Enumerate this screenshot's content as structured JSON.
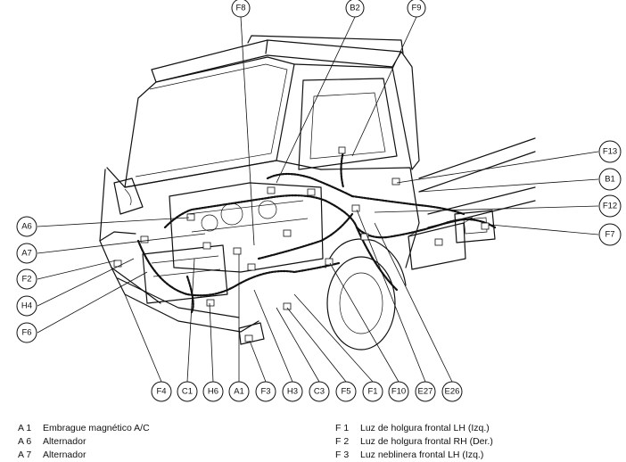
{
  "callouts": {
    "F8": "F8",
    "B2": "B2",
    "F9": "F9",
    "F13": "F13",
    "B1": "B1",
    "F12": "F12",
    "F7": "F7",
    "A6": "A6",
    "A7": "A7",
    "F2": "F2",
    "H4": "H4",
    "F6": "F6",
    "F4": "F4",
    "C1": "C1",
    "H6": "H6",
    "A1": "A1",
    "F3": "F3",
    "H3": "H3",
    "C3": "C3",
    "F5": "F5",
    "F1": "F1",
    "F10": "F10",
    "E27": "E27",
    "E26": "E26"
  },
  "legend": {
    "left": [
      {
        "code": "A 1",
        "text": "Embrague magnético A/C"
      },
      {
        "code": "A 6",
        "text": "Alternador"
      },
      {
        "code": "A 7",
        "text": "Alternador"
      }
    ],
    "right": [
      {
        "code": "F 1",
        "text": "Luz de holgura frontal LH (Izq.)"
      },
      {
        "code": "F 2",
        "text": "Luz de holgura frontal RH (Der.)"
      },
      {
        "code": "F 3",
        "text": "Luz neblinera frontal LH (Izq.)"
      }
    ]
  }
}
